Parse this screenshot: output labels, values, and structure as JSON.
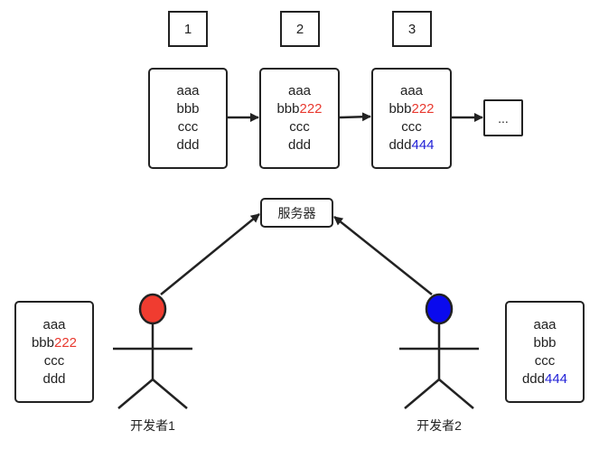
{
  "version_numbers": [
    "1",
    "2",
    "3"
  ],
  "versions": [
    {
      "lines": [
        [
          "aaa",
          ""
        ],
        [
          "bbb",
          ""
        ],
        [
          "ccc",
          ""
        ],
        [
          "ddd",
          ""
        ]
      ]
    },
    {
      "lines": [
        [
          "aaa",
          ""
        ],
        [
          "bbb",
          "222"
        ],
        [
          "ccc",
          ""
        ],
        [
          "ddd",
          ""
        ]
      ]
    },
    {
      "lines": [
        [
          "aaa",
          ""
        ],
        [
          "bbb",
          "222"
        ],
        [
          "ccc",
          ""
        ],
        [
          "ddd",
          "444"
        ]
      ]
    }
  ],
  "more_label": "...",
  "server_label": "服务器",
  "developers": [
    {
      "label": "开发者1",
      "head_color": "#f03c30",
      "edit_color": "#e8392f",
      "file": [
        [
          "aaa",
          ""
        ],
        [
          "bbb",
          "222"
        ],
        [
          "ccc",
          ""
        ],
        [
          "ddd",
          ""
        ]
      ]
    },
    {
      "label": "开发者2",
      "head_color": "#0a0aee",
      "edit_color": "#1f1fd6",
      "file": [
        [
          "aaa",
          ""
        ],
        [
          "bbb",
          ""
        ],
        [
          "ccc",
          ""
        ],
        [
          "ddd",
          "444"
        ]
      ]
    }
  ],
  "colors": {
    "stroke": "#222222",
    "edit_red": "#e8392f",
    "edit_blue": "#1f1fd6"
  }
}
